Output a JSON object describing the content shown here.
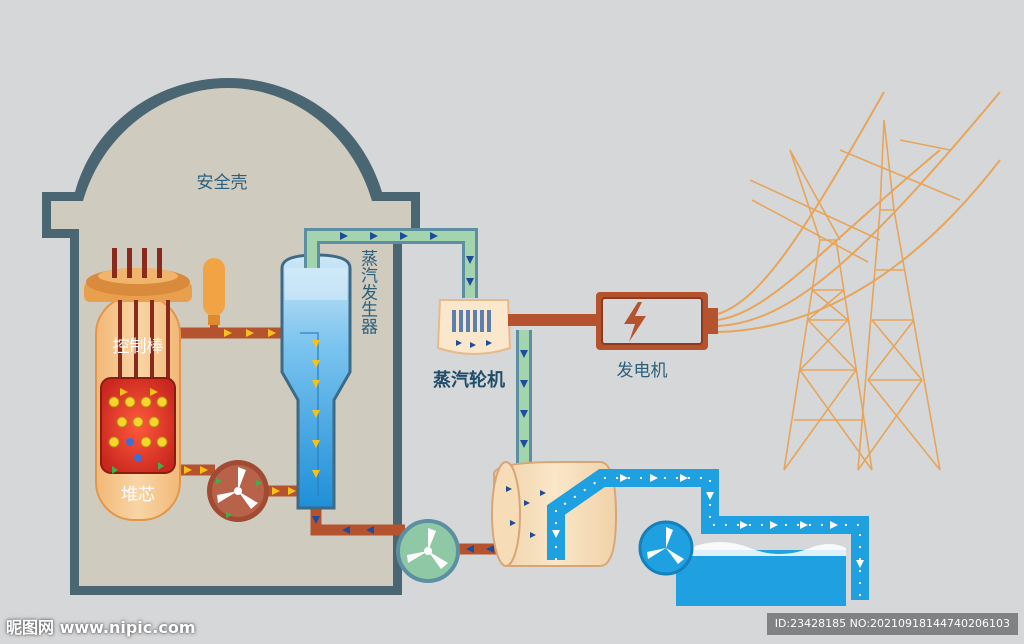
{
  "labels": {
    "containment": "安全壳",
    "control_rods": "控制棒",
    "core": "堆芯",
    "steam_generator": "蒸汽发生器",
    "steam_turbine": "蒸汽轮机",
    "generator": "发电机"
  },
  "watermark": {
    "site": "昵图网 www.nipic.com",
    "id_text": "ID:23428185 NO:20210918144740206103"
  },
  "colors": {
    "background": "#d6d7d9",
    "containment_wall": "#4b6673",
    "containment_fill": "#cfcbbf",
    "primary_pipe": "#b5532f",
    "secondary_pipe": "#95c9a6",
    "water": "#1fa0e0",
    "tower": "#e6a55a",
    "generator": "#b5532f"
  }
}
